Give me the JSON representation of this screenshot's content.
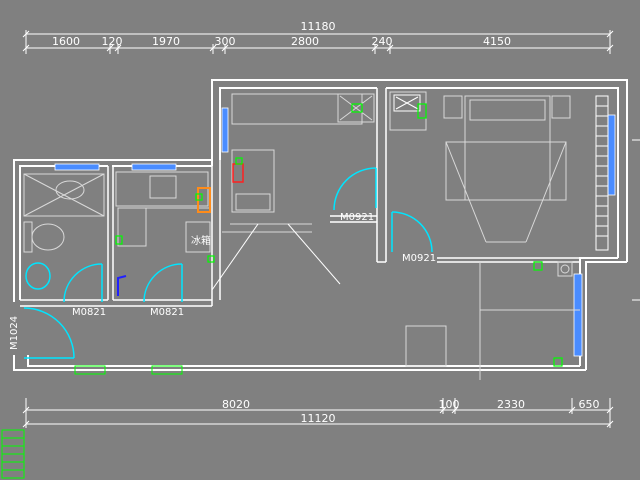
{
  "dimensions_top": {
    "total": "11180",
    "segments": [
      "1600",
      "120",
      "1970",
      "300",
      "2800",
      "240",
      "4150"
    ]
  },
  "dimensions_bottom": {
    "segments": [
      "8020",
      "100",
      "2330",
      "650"
    ],
    "total": "11120"
  },
  "doors": {
    "m0921_living": "M0921",
    "m0921_bedroom": "M0921",
    "m0821_bath": "M0821",
    "m0821_kitchen": "M0821",
    "m1024_entry": "M1024"
  },
  "labels": {
    "fridge": "冰箱"
  },
  "colors": {
    "background": "#808080",
    "wall": "#ffffff",
    "window": "#4a8cff",
    "door_swing": "#00e5ff",
    "room_label": "#00ff00",
    "dimension": "#ffffff",
    "fixture": "#d9d9d9",
    "accent_red": "#ff2020",
    "accent_orange": "#ff8c1a",
    "accent_blue": "#2020ff"
  }
}
